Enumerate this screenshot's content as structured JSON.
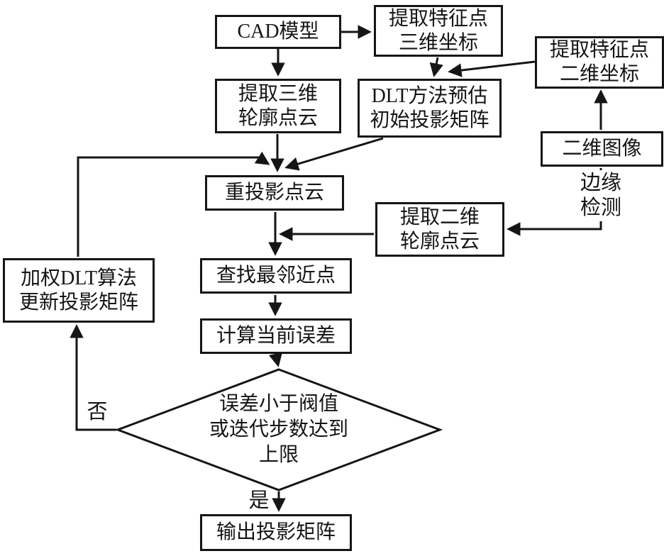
{
  "diagram": {
    "title": "CAD model projection-matrix iterative registration flowchart",
    "nodes": {
      "cad_model": "CAD模型",
      "extract_feat_3d": "提取特征点\n三维坐标",
      "extract_feat_2d": "提取特征点\n二维坐标",
      "extract_contour_3d": "提取三维\n轮廓点云",
      "dlt_estimate": "DLT方法预估\n初始投影矩阵",
      "image_2d": "二维图像",
      "reproject": "重投影点云",
      "extract_contour_2d": "提取二维\n轮廓点云",
      "find_nearest": "查找最邻近点",
      "compute_error": "计算当前误差",
      "decision": "误差小于阀值\n或迭代步数达到\n上限",
      "weighted_dlt": "加权DLT算法\n更新投影矩阵",
      "output": "输出投影矩阵"
    },
    "edge_labels": {
      "edge_detection": "边缘\n检测",
      "no": "否",
      "yes": "是"
    },
    "colors": {
      "stroke": "#151515",
      "background": "#ffffff",
      "text": "#151515"
    }
  }
}
